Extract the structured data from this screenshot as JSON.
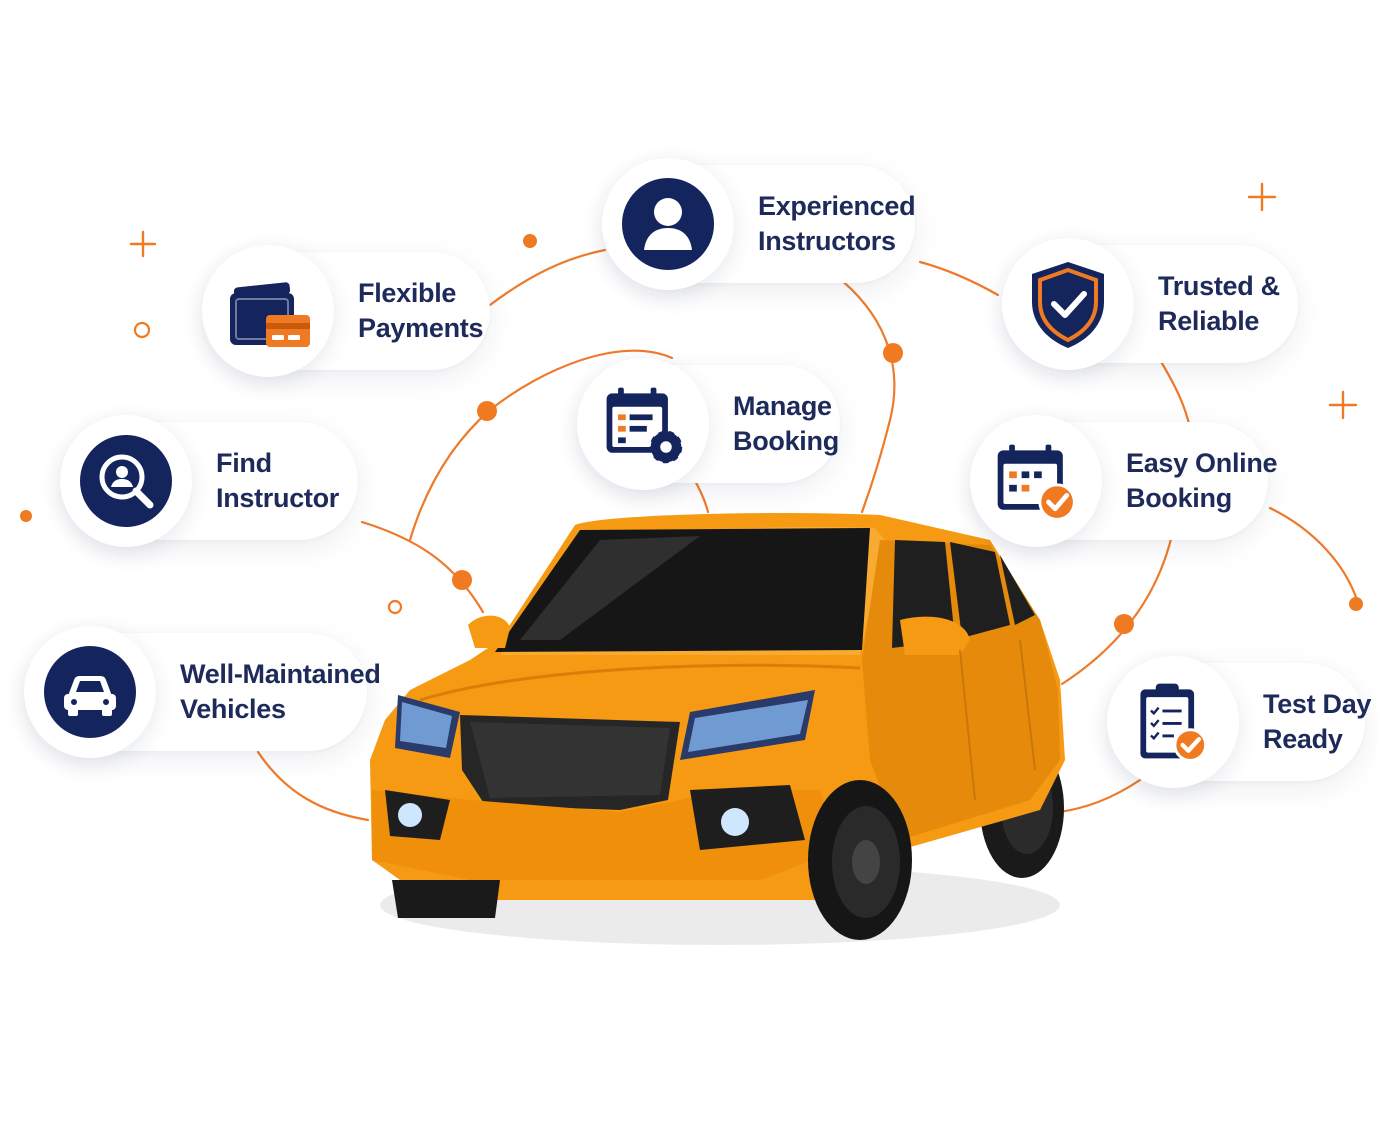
{
  "colors": {
    "navy": "#14245c",
    "orange": "#f07a22",
    "car": "#f59a12",
    "line": "#ee7a2c"
  },
  "features": [
    {
      "id": "experienced-instructors",
      "icon": "person-icon",
      "line1": "Experienced",
      "line2": "Instructors"
    },
    {
      "id": "flexible-payments",
      "icon": "wallet-card-icon",
      "line1": "Flexible",
      "line2": "Payments"
    },
    {
      "id": "trusted-reliable",
      "icon": "shield-check-icon",
      "line1": "Trusted &",
      "line2": "Reliable"
    },
    {
      "id": "manage-booking",
      "icon": "calendar-gear-icon",
      "line1": "Manage",
      "line2": "Booking"
    },
    {
      "id": "find-instructor",
      "icon": "search-person-icon",
      "line1": "Find",
      "line2": "Instructor"
    },
    {
      "id": "easy-online-booking",
      "icon": "calendar-check-icon",
      "line1": "Easy Online",
      "line2": "Booking"
    },
    {
      "id": "well-maintained-vehicles",
      "icon": "car-icon",
      "line1": "Well-Maintained",
      "line2": "Vehicles"
    },
    {
      "id": "test-day-ready",
      "icon": "clipboard-check-icon",
      "line1": "Test Day",
      "line2": "Ready"
    }
  ]
}
